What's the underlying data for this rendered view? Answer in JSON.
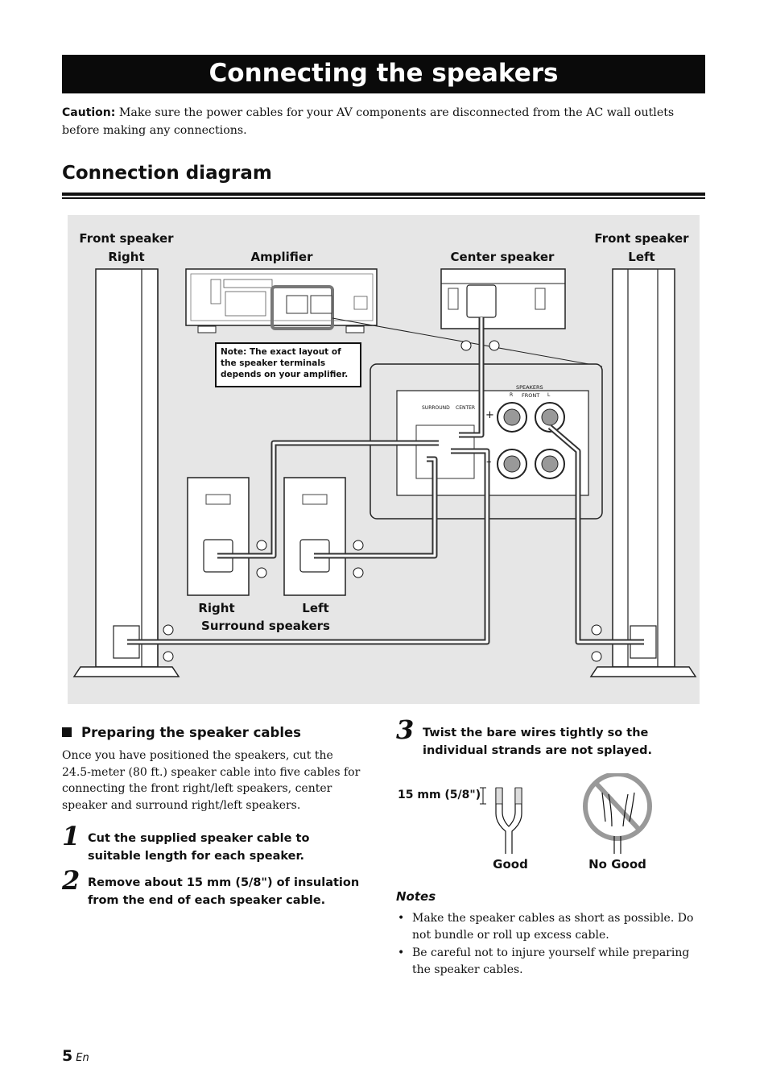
{
  "title": "Connecting the speakers",
  "caution": {
    "label": "Caution:",
    "text": " Make sure the power cables for your AV components are disconnected from the AC wall outlets before making any connections."
  },
  "section_title": "Connection diagram",
  "diagram": {
    "front_right": {
      "line1": "Front speaker",
      "line2": "Right"
    },
    "amplifier": "Amplifier",
    "center": "Center speaker",
    "front_left": {
      "line1": "Front speaker",
      "line2": "Left"
    },
    "note": "Note: The exact layout of the speaker terminals depends on your amplifier.",
    "terminal_labels": {
      "speakers": "SPEAKERS",
      "front": "FRONT",
      "surround": "SURROUND",
      "center": "CENTER",
      "r": "R",
      "l": "L",
      "plus": "+",
      "minus": "–"
    },
    "surround_right": "Right",
    "surround_left": "Left",
    "surround_caption": "Surround speakers"
  },
  "prep": {
    "heading": "Preparing the speaker cables",
    "paragraph": "Once you have positioned the speakers, cut the 24.5-meter (80 ft.) speaker cable into five cables for connecting the front right/left speakers, center speaker and surround right/left speakers.",
    "steps": [
      {
        "num": "1",
        "text": "Cut the supplied speaker cable to suitable length for each speaker."
      },
      {
        "num": "2",
        "text": "Remove about 15 mm (5/8\") of insulation from the end of each speaker cable."
      },
      {
        "num": "3",
        "text": "Twist the bare wires tightly so the individual strands are not splayed."
      }
    ]
  },
  "wire_figure": {
    "measure": "15 mm (5/8\")",
    "good": "Good",
    "no_good": "No Good"
  },
  "notes": {
    "heading": "Notes",
    "items": [
      "Make the speaker cables as short as possible. Do not bundle or roll up excess cable.",
      "Be careful not to injure yourself while preparing the speaker cables."
    ]
  },
  "footer": {
    "page": "5",
    "lang": "En"
  }
}
